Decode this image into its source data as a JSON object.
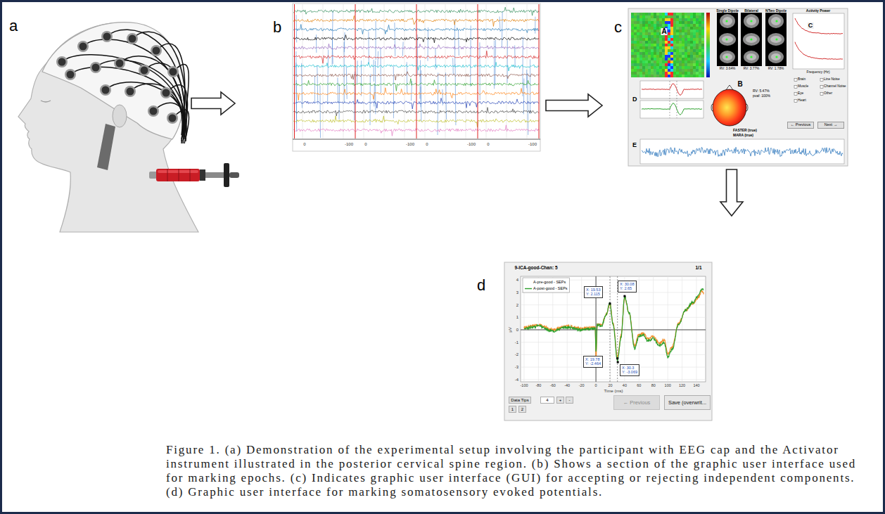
{
  "diagram": {
    "caption": "Figure 1. (a) Demonstration of the experimental setup involving the participant with EEG cap and the Activator instrument illustrated in the posterior cervical spine region. (b) Shows a section of the graphic user interface used for marking epochs. (c) Indicates graphic user interface (GUI) for accepting or rejecting independent components. (d) Graphic user interface for marking somatosensory evoked potentials.",
    "nodes": [
      {
        "text": [
          "a"
        ]
      },
      {
        "text": [
          "b"
        ]
      },
      {
        "text": [
          "c"
        ]
      },
      {
        "text": [
          "d"
        ]
      },
      {
        "text": [
          "← Previous"
        ],
        "in": 2
      },
      {
        "text": [
          "Next →"
        ],
        "in": 2
      },
      {
        "text": [
          "X: 19.53",
          "Y: 2.115"
        ],
        "in": 3
      },
      {
        "text": [
          "X: 30.08",
          "Y: 2.65"
        ],
        "in": 3
      },
      {
        "text": [
          "X: 19.78",
          "Y: -2.464"
        ],
        "in": 3
      },
      {
        "text": [
          "X: 30.3",
          "Y: -3.069"
        ],
        "in": 3
      },
      {
        "text": [
          "Data Tips"
        ],
        "in": 3
      },
      {
        "text": [
          "4"
        ],
        "in": 3
      },
      {
        "text": [
          "+"
        ],
        "in": 3
      },
      {
        "text": [
          "-"
        ],
        "in": 3
      },
      {
        "text": [
          "1"
        ],
        "in": 3
      },
      {
        "text": [
          "2"
        ],
        "in": 3
      },
      {
        "text": [
          "← Previous"
        ],
        "in": 3
      },
      {
        "text": [
          "Save (overwrit..."
        ],
        "in": 3
      }
    ],
    "edges": [
      {
        "from": 0,
        "to": 1,
        "arrow": "to"
      },
      {
        "from": 1,
        "to": 2,
        "arrow": "to"
      },
      {
        "from": 2,
        "to": 3,
        "arrow": "to"
      }
    ],
    "labels": [
      "0",
      "-100",
      "0",
      "-100",
      "0",
      "-100",
      "0",
      "-100",
      "Single Dipole",
      "Bilateral",
      "NTwo Dipole",
      "Activity Power",
      "RV: 3.64%",
      "RV: 3.77%",
      "RV: 1.78%",
      "Frequency (Hz)",
      "A",
      "B",
      "C",
      "D",
      "E",
      "RV: 5.47%",
      "pvaf: 100%",
      "FASTER (true)",
      "MARA (true)",
      "Brain",
      "Muscle",
      "Eye",
      "Heart",
      "Line Noise",
      "Channel Noise",
      "Other",
      "9-ICA-good-Chan: 5",
      "1/1",
      "4",
      "3",
      "2",
      "1",
      "0",
      "-1",
      "-2",
      "-3",
      "-4",
      "μV",
      "-100",
      "-80",
      "-60",
      "-40",
      "-20",
      "0",
      "20",
      "40",
      "60",
      "80",
      "100",
      "120",
      "140",
      "Time (ms)"
    ],
    "legend": [
      {
        "text": "A-pre-good - SEPs"
      },
      {
        "text": "A-post-good - SEPs"
      }
    ]
  }
}
